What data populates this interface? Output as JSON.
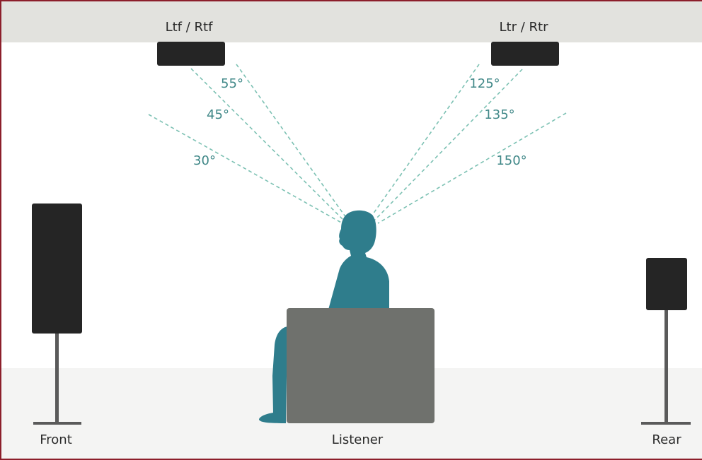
{
  "labels": {
    "top_front": "Ltf / Rtf",
    "top_rear": "Ltr / Rtr",
    "front": "Front",
    "listener": "Listener",
    "rear": "Rear"
  },
  "angles": {
    "a55": "55°",
    "a45": "45°",
    "a30": "30°",
    "a125": "125°",
    "a135": "135°",
    "a150": "150°"
  },
  "colors": {
    "border": "#8c1f2b",
    "ceiling": "#e2e2de",
    "floor": "#f4f4f3",
    "speaker": "#252525",
    "stand": "#5a5a5a",
    "person": "#2f7d8c",
    "seat": "#6f716d",
    "guide_line": "#7cc1b3",
    "angle_text": "#3f8787"
  }
}
